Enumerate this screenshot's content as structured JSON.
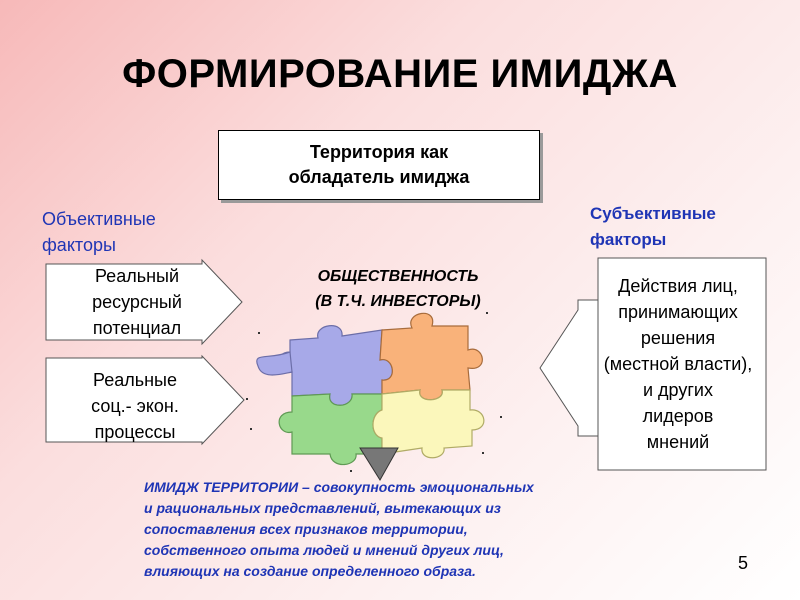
{
  "title": "ФОРМИРОВАНИЕ ИМИДЖА",
  "owner_box": {
    "line1": "Территория как",
    "line2": "обладатель имиджа"
  },
  "objective": {
    "label_line1": "Объективные",
    "label_line2": "факторы",
    "arrow1": [
      "Реальный",
      "ресурсный",
      "потенциал"
    ],
    "arrow2": [
      "Реальные",
      "соц.- экон.",
      "процессы"
    ]
  },
  "subjective": {
    "label_line1": "Субъективные",
    "label_line2": "факторы",
    "arrow": [
      "Действия лиц,",
      "принимающих",
      "решения",
      "(местной власти),",
      "и других",
      "лидеров",
      "мнений"
    ]
  },
  "public": {
    "line1": "ОБЩЕСТВЕННОСТЬ",
    "line2": "(В Т.Ч. ИНВЕСТОРЫ)"
  },
  "definition": [
    "ИМИДЖ ТЕРРИТОРИИ – совокупность эмоциональных",
    "и рациональных представлений, вытекающих из",
    "сопоставления всех признаков территории,",
    "собственного опыта людей и мнений других лиц,",
    "влияющих на создание определенного образа."
  ],
  "page_number": "5",
  "colors": {
    "accent_blue": "#1f35b5",
    "puzzle_blue": "#a7a9e8",
    "puzzle_orange": "#f9b27a",
    "puzzle_green": "#98d98b",
    "puzzle_yellow": "#fbf7bb"
  }
}
